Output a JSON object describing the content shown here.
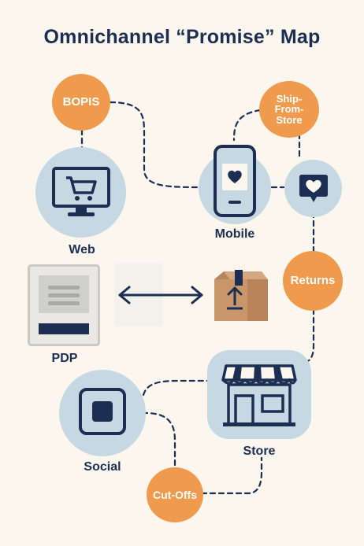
{
  "title": "Omnichannel “Promise” Map",
  "nodes": {
    "web": "Web",
    "mobile": "Mobile",
    "pdp": "PDP",
    "store": "Store",
    "social": "Social"
  },
  "badges": {
    "bopis": "BOPIS",
    "ship_from_store": "Ship-From-Store",
    "returns": "Returns",
    "cut_offs": "Cut-Offs"
  },
  "colors": {
    "navy": "#1c2f52",
    "orange": "#ef9a4c",
    "light_blue": "#c6d8e2",
    "background": "#fbf7ef",
    "box": "#c9956a"
  },
  "icons": [
    "cart-monitor-icon",
    "phone-heart-icon",
    "heart-chat-icon",
    "product-page-icon",
    "double-arrow-icon",
    "package-icon",
    "storefront-icon",
    "square-button-icon"
  ]
}
